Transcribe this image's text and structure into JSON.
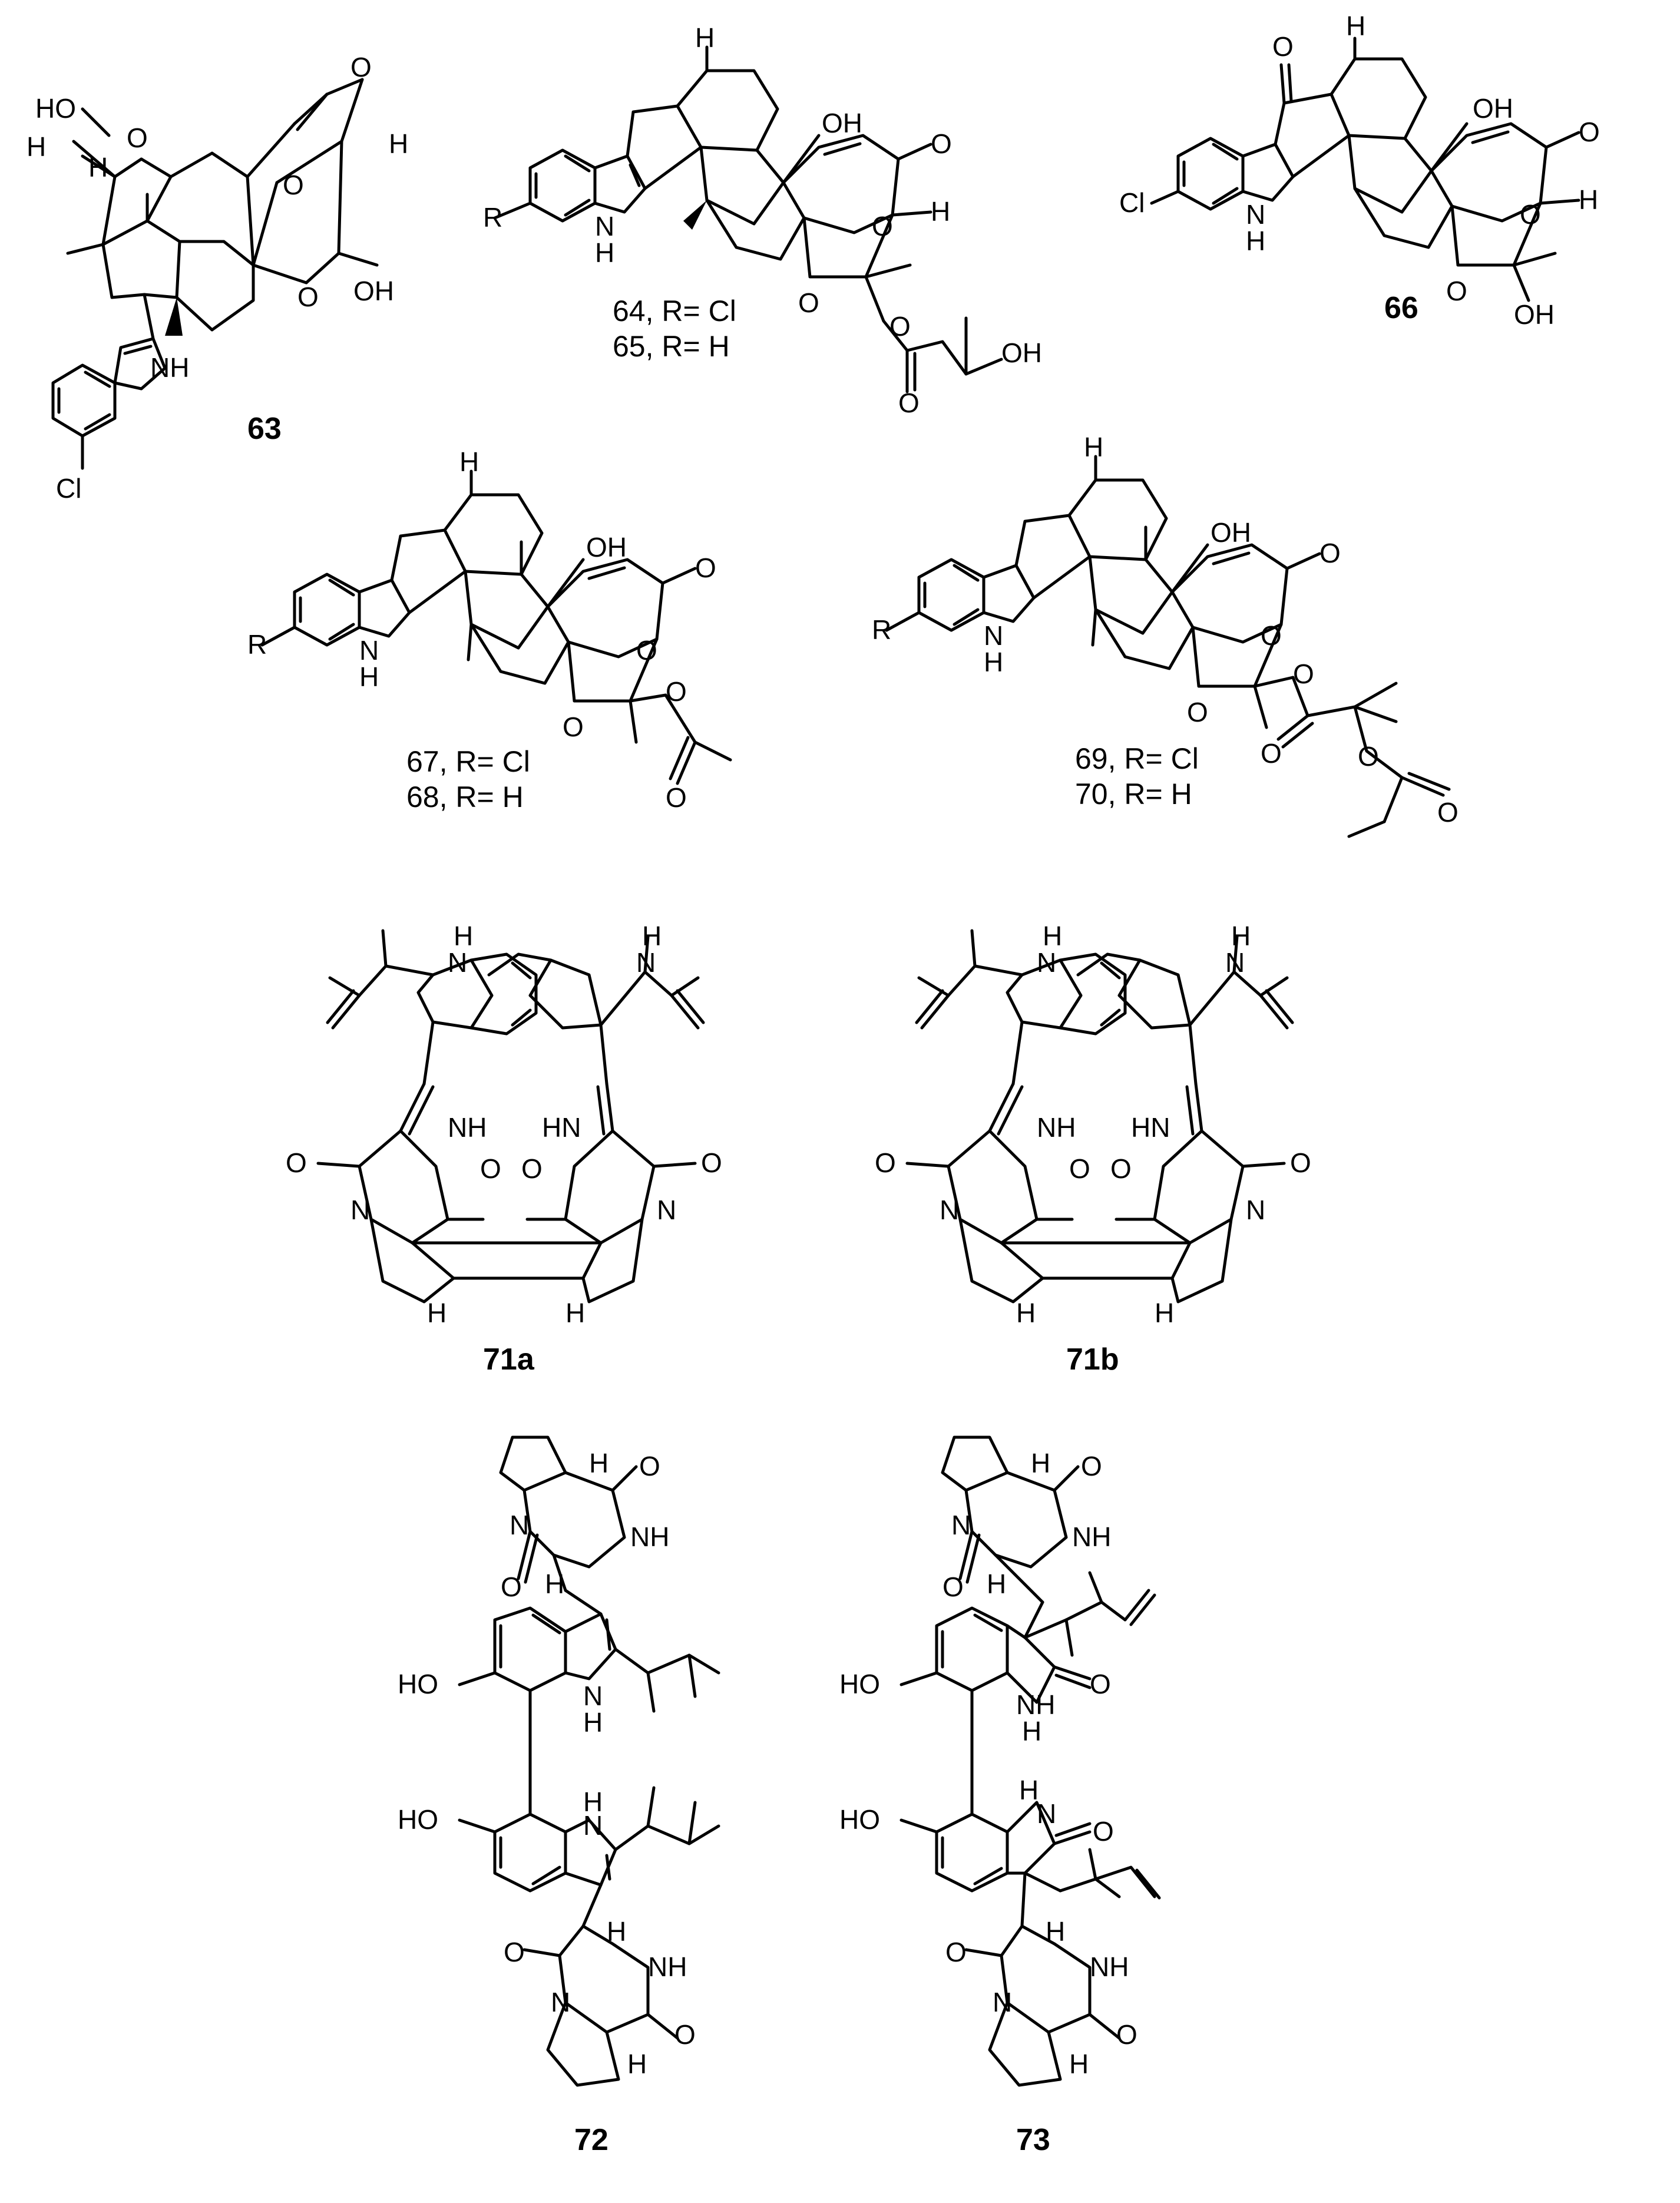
{
  "compounds": {
    "c63": {
      "id": "63"
    },
    "c64_65": {
      "ids": [
        "64",
        "65"
      ],
      "captions": [
        "64, R= Cl",
        "65, R= H"
      ]
    },
    "c66": {
      "id": "66"
    },
    "c67_68": {
      "ids": [
        "67",
        "68"
      ],
      "captions": [
        "67, R= Cl",
        "68, R= H"
      ]
    },
    "c69_70": {
      "ids": [
        "69",
        "70"
      ],
      "captions": [
        "69, R= Cl",
        "70, R= H"
      ]
    },
    "c71a": {
      "id": "71a"
    },
    "c71b": {
      "id": "71b"
    },
    "c72": {
      "id": "72"
    },
    "c73": {
      "id": "73"
    }
  },
  "atoms": {
    "HO": "HO",
    "OH": "OH",
    "O": "O",
    "H": "H",
    "N": "N",
    "NH": "NH",
    "HN": "HN",
    "Cl": "Cl",
    "R": "R"
  }
}
